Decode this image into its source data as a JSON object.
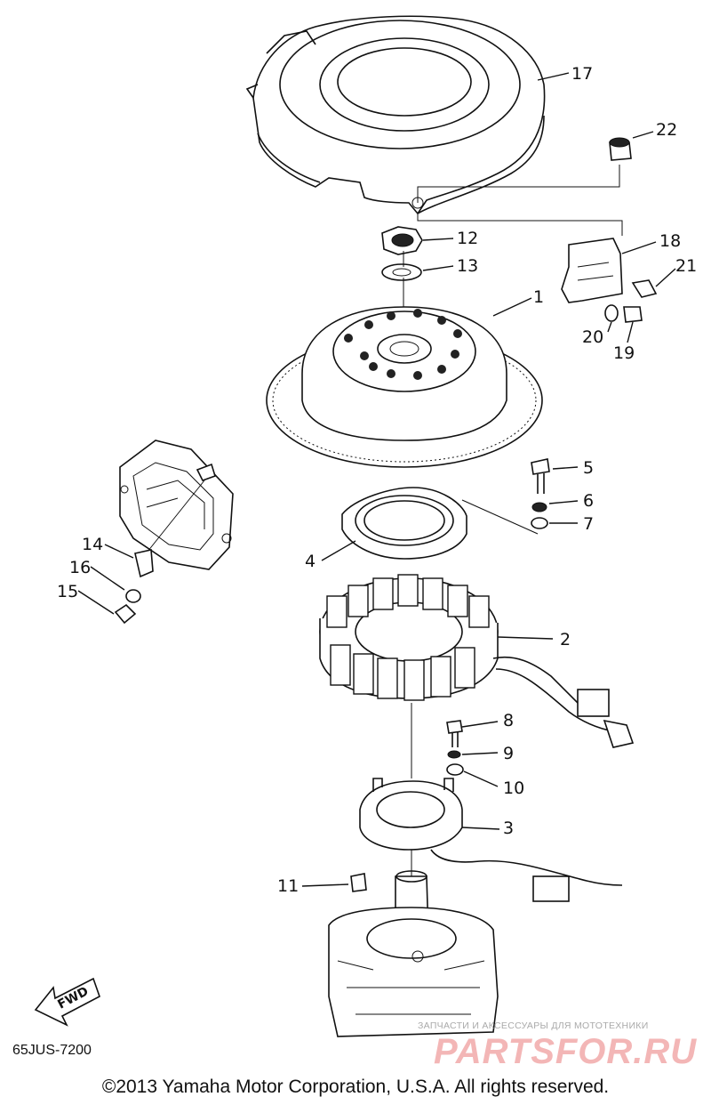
{
  "diagram": {
    "part_numbers": [
      "1",
      "2",
      "3",
      "4",
      "5",
      "6",
      "7",
      "8",
      "9",
      "10",
      "11",
      "12",
      "13",
      "14",
      "15",
      "16",
      "17",
      "18",
      "19",
      "20",
      "21",
      "22"
    ],
    "fwd_label": "FWD",
    "diagram_code": "65JUS-7200",
    "copyright": "©2013 Yamaha Motor Corporation, U.S.A. All rights reserved."
  },
  "watermark": {
    "tagline": "ЗАПЧАСТИ И АКСЕССУАРЫ ДЛЯ МОТОТЕХНИКИ",
    "logo": "PARTSFOR.RU",
    "color": "#f3b6b6"
  }
}
